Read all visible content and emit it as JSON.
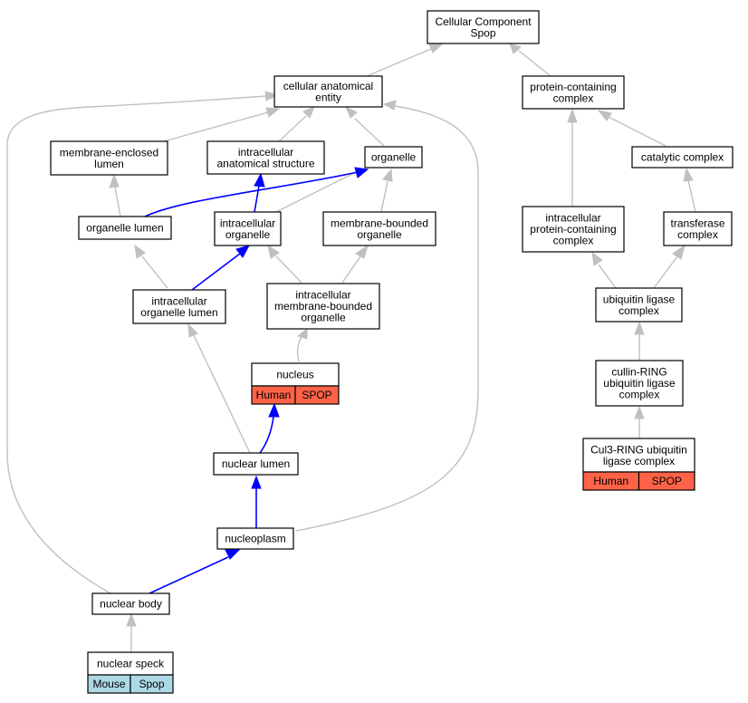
{
  "colors": {
    "human": "#ff6347",
    "mouse": "#add8e6",
    "is_a_edge": "#c0c0c0",
    "part_of_edge": "#0000ff"
  },
  "nodes": {
    "root": {
      "lines": [
        "Cellular Component",
        "Spop"
      ]
    },
    "cae": {
      "lines": [
        "cellular anatomical",
        "entity"
      ]
    },
    "pcc": {
      "lines": [
        "protein-containing",
        "complex"
      ]
    },
    "mel": {
      "lines": [
        "membrane-enclosed",
        "lumen"
      ]
    },
    "ias": {
      "lines": [
        "intracellular",
        "anatomical structure"
      ]
    },
    "org": {
      "lines": [
        "organelle"
      ]
    },
    "cat": {
      "lines": [
        "catalytic complex"
      ]
    },
    "orgl": {
      "lines": [
        "organelle lumen"
      ]
    },
    "iorg": {
      "lines": [
        "intracellular",
        "organelle"
      ]
    },
    "mbo": {
      "lines": [
        "membrane-bounded",
        "organelle"
      ]
    },
    "ipcc": {
      "lines": [
        "intracellular",
        "protein-containing",
        "complex"
      ]
    },
    "trans": {
      "lines": [
        "transferase",
        "complex"
      ]
    },
    "iol": {
      "lines": [
        "intracellular",
        "organelle lumen"
      ]
    },
    "imbo": {
      "lines": [
        "intracellular",
        "membrane-bounded",
        "organelle"
      ]
    },
    "ubq": {
      "lines": [
        "ubiquitin ligase",
        "complex"
      ]
    },
    "nuc": {
      "lines": [
        "nucleus"
      ],
      "badges": [
        "Human",
        "SPOP"
      ]
    },
    "cul": {
      "lines": [
        "cullin-RING",
        "ubiquitin ligase",
        "complex"
      ]
    },
    "nl": {
      "lines": [
        "nuclear lumen"
      ]
    },
    "cul3": {
      "lines": [
        "Cul3-RING ubiquitin",
        "ligase complex"
      ],
      "badges": [
        "Human",
        "SPOP"
      ]
    },
    "np": {
      "lines": [
        "nucleoplasm"
      ]
    },
    "nb": {
      "lines": [
        "nuclear body"
      ]
    },
    "ns": {
      "lines": [
        "nuclear speck"
      ],
      "badges": [
        "Mouse",
        "Spop"
      ]
    }
  }
}
